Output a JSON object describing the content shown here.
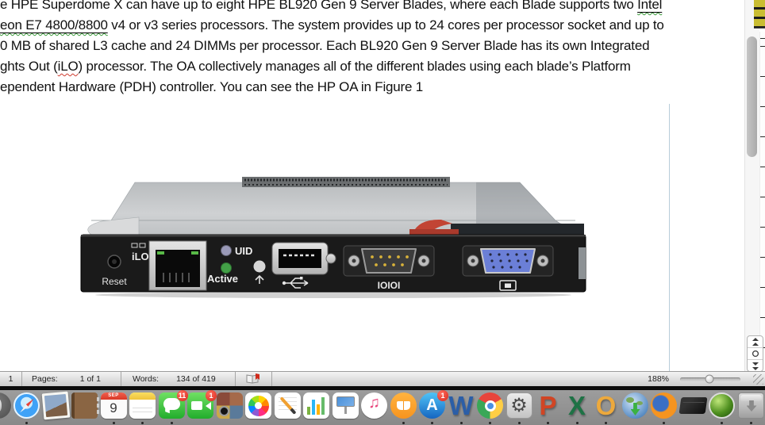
{
  "document": {
    "lines": {
      "l1a": "e HPE Superdome X can have up to eight HPE BL920 Gen 9 Server Blades, where each Blade supports two ",
      "l1b": "Intel",
      "l2a": "eon E7 4800/8800",
      "l2b": " v4 or v3 series processors. The system provides up to 24 cores per processor socket and up to",
      "l3": "0 MB of shared L3 cache and 24 DIMMs per processor. Each BL920 Gen 9 Server Blade has its own Integrated",
      "l4a": "ghts Out (",
      "l4b": "iLO",
      "l4c": ") processor. The OA collectively manages all of the different blades using each blade’s Platform",
      "l5": "ependent Hardware (PDH) controller. You can see the HP OA in Figure 1"
    },
    "figure_labels": {
      "reset": "Reset",
      "ilo": "iLO",
      "uid": "UID",
      "active": "Active",
      "serial": "IOIOI"
    }
  },
  "status_bar": {
    "section_indicator": "1",
    "pages_label": "Pages:",
    "pages_value": "1 of 1",
    "words_label": "Words:",
    "words_value": "134 of 419",
    "spellcheck_icon": "book-with-red-bookmark",
    "zoom_value": "188%"
  },
  "dock": {
    "calendar": {
      "month": "SEP",
      "day": "9"
    },
    "badges": {
      "messages": "11",
      "facetime": "1",
      "app_store": "1"
    },
    "glyphs": {
      "app_store": "A",
      "word": "W",
      "powerpoint": "P",
      "excel": "X",
      "outlook": "O"
    },
    "items": [
      {
        "name": "launchpad",
        "running": false
      },
      {
        "name": "safari",
        "running": true
      },
      {
        "name": "mail",
        "running": false
      },
      {
        "name": "contacts",
        "running": false
      },
      {
        "name": "calendar",
        "running": true
      },
      {
        "name": "notes",
        "running": true
      },
      {
        "name": "messages",
        "running": true,
        "badge": "11"
      },
      {
        "name": "facetime",
        "running": false,
        "badge": "1"
      },
      {
        "name": "photo-booth",
        "running": false
      },
      {
        "name": "photos",
        "running": false
      },
      {
        "name": "pages",
        "running": false
      },
      {
        "name": "numbers",
        "running": false
      },
      {
        "name": "keynote",
        "running": false
      },
      {
        "name": "itunes",
        "running": false
      },
      {
        "name": "ibooks",
        "running": true
      },
      {
        "name": "app-store",
        "running": true,
        "badge": "1"
      },
      {
        "name": "microsoft-word",
        "running": true
      },
      {
        "name": "google-chrome",
        "running": true
      },
      {
        "name": "system-preferences",
        "running": true
      },
      {
        "name": "microsoft-powerpoint",
        "running": true
      },
      {
        "name": "microsoft-excel",
        "running": true
      },
      {
        "name": "microsoft-outlook",
        "running": true
      },
      {
        "name": "globe-downloader",
        "running": false
      },
      {
        "name": "firefox",
        "running": true
      },
      {
        "name": "black-case",
        "running": false
      },
      {
        "name": "green-orb-app",
        "running": true
      },
      {
        "name": "downloads-drive",
        "running": true
      }
    ]
  }
}
